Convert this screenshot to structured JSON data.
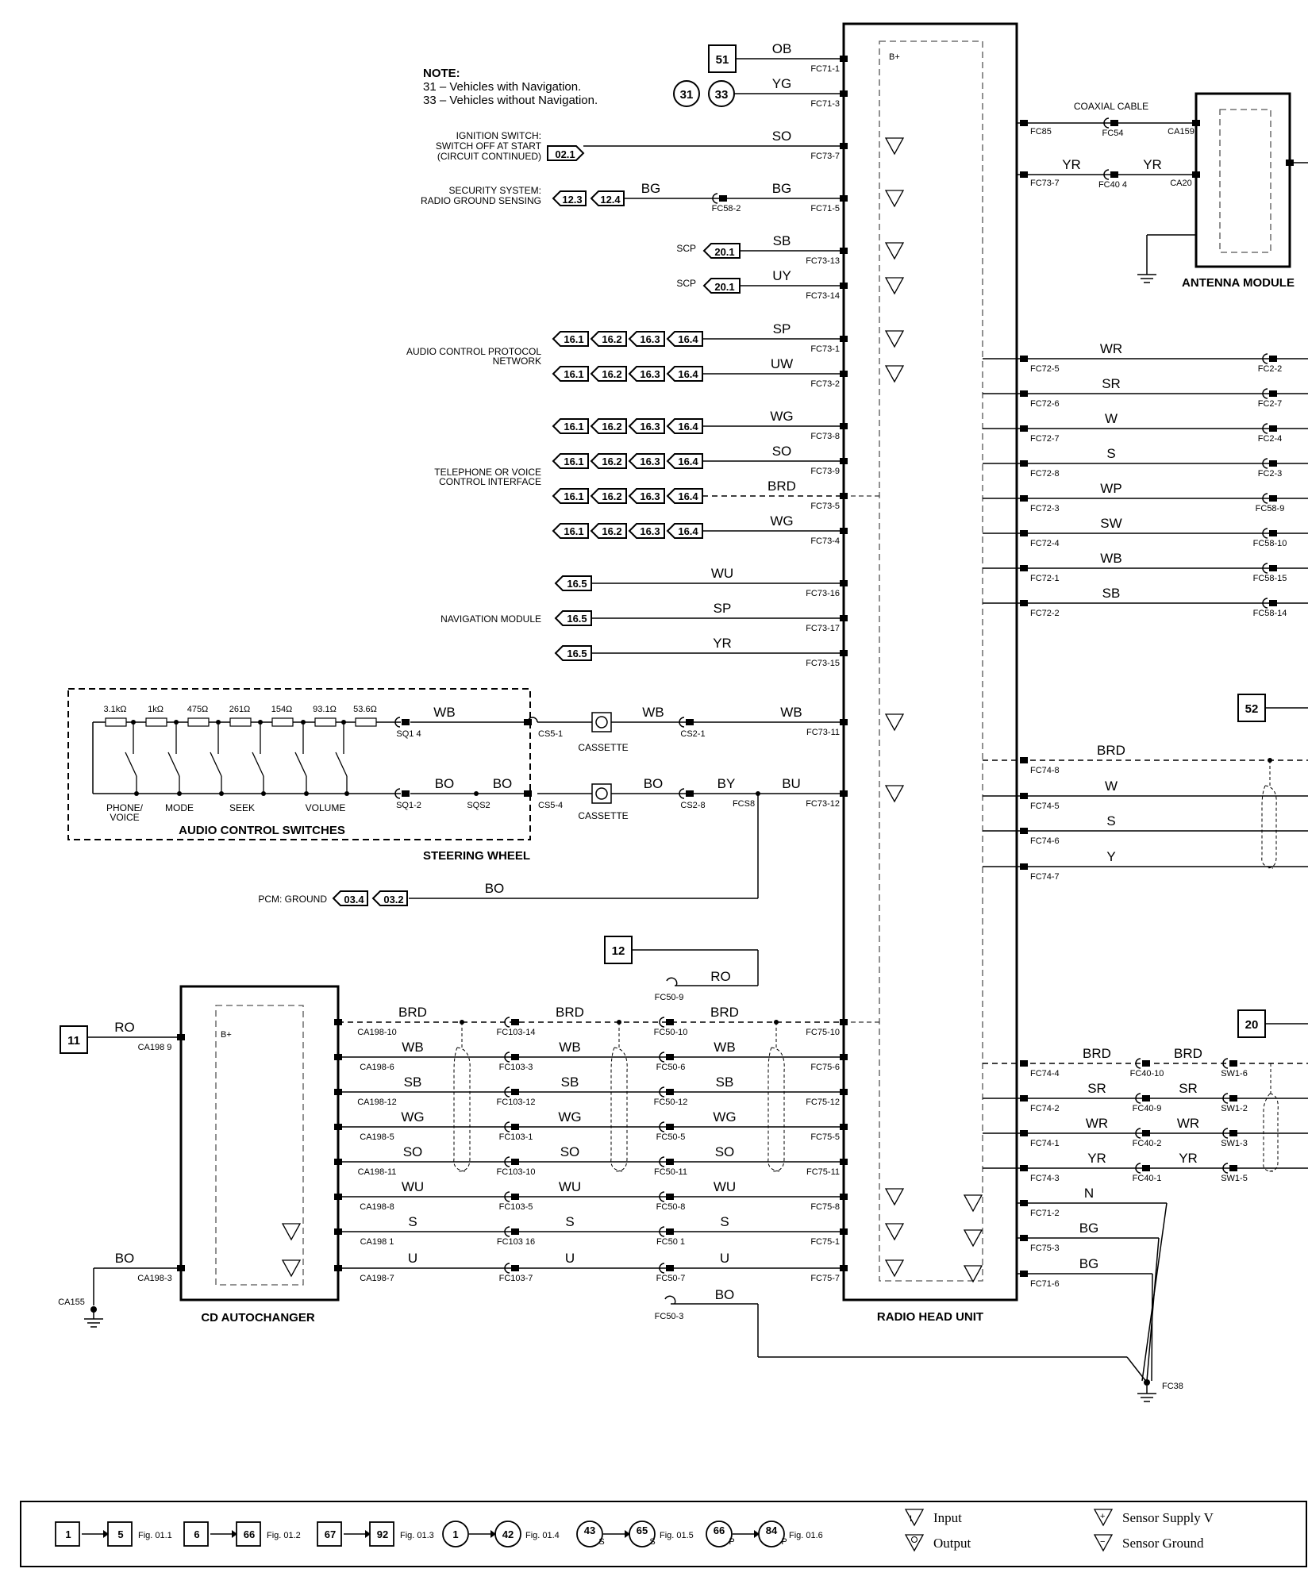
{
  "note": {
    "title": "NOTE:",
    "lines": [
      "31 – Vehicles with Navigation.",
      "33 – Vehicles without Navigation."
    ]
  },
  "titles": {
    "radio": "RADIO HEAD UNIT",
    "antenna": "ANTENNA MODULE",
    "cd": "CD AUTOCHANGER",
    "audio_switches": "AUDIO CONTROL SWITCHES",
    "steering": "STEERING WHEEL"
  },
  "labels": {
    "ignition_1": "IGNITION SWITCH:",
    "ignition_2": "SWITCH OFF AT START",
    "ignition_3": "(CIRCUIT CONTINUED)",
    "security_1": "SECURITY SYSTEM:",
    "security_2": "RADIO GROUND SENSING",
    "acp_1": "AUDIO CONTROL PROTOCOL",
    "acp_2": "NETWORK",
    "tel_1": "TELEPHONE OR VOICE",
    "tel_2": "CONTROL INTERFACE",
    "nav": "NAVIGATION MODULE",
    "pcm": "PCM: GROUND",
    "scp": "SCP",
    "coax": "COAXIAL CABLE",
    "cassette": "CASSETTE",
    "bplus": "B+",
    "sw_phone": "PHONE/",
    "sw_voice": "VOICE",
    "sw_mode": "MODE",
    "sw_seek": "SEEK",
    "sw_volume": "VOLUME"
  },
  "resistors": [
    "3.1kΩ",
    "1kΩ",
    "475Ω",
    "261Ω",
    "154Ω",
    "93.1Ω",
    "53.6Ω"
  ],
  "left_wires": [
    {
      "code": "OB",
      "pin": "FC71-1"
    },
    {
      "code": "YG",
      "pin": "FC71-3"
    },
    {
      "code": "SO",
      "pin": "FC73-7"
    },
    {
      "code": "BG",
      "pin": "FC71-5"
    },
    {
      "code": "SB",
      "pin": "FC73-13"
    },
    {
      "code": "UY",
      "pin": "FC73-14"
    },
    {
      "code": "SP",
      "pin": "FC73-1"
    },
    {
      "code": "UW",
      "pin": "FC73-2"
    },
    {
      "code": "WG",
      "pin": "FC73-8"
    },
    {
      "code": "SO",
      "pin": "FC73-9"
    },
    {
      "code": "BRD",
      "pin": "FC73-5"
    },
    {
      "code": "WG",
      "pin": "FC73-4"
    },
    {
      "code": "WU",
      "pin": "FC73-16"
    },
    {
      "code": "SP",
      "pin": "FC73-17"
    },
    {
      "code": "YR",
      "pin": "FC73-15"
    },
    {
      "code": "WB",
      "pin": "FC73-11"
    },
    {
      "code": "BU",
      "pin": "FC73-12"
    }
  ],
  "right_wires": [
    {
      "code": "WR",
      "pin": "FC72-5",
      "far": "FC2-2"
    },
    {
      "code": "SR",
      "pin": "FC72-6",
      "far": "FC2-7"
    },
    {
      "code": "W",
      "pin": "FC72-7",
      "far": "FC2-4"
    },
    {
      "code": "S",
      "pin": "FC72-8",
      "far": "FC2-3"
    },
    {
      "code": "WP",
      "pin": "FC72-3",
      "far": "FC58-9"
    },
    {
      "code": "SW",
      "pin": "FC72-4",
      "far": "FC58-10"
    },
    {
      "code": "WB",
      "pin": "FC72-1",
      "far": "FC58-15"
    },
    {
      "code": "SB",
      "pin": "FC72-2",
      "far": "FC58-14"
    }
  ],
  "right_wires_2": [
    {
      "code": "BRD",
      "pin": "FC74-8"
    },
    {
      "code": "W",
      "pin": "FC74-5"
    },
    {
      "code": "S",
      "pin": "FC74-6"
    },
    {
      "code": "Y",
      "pin": "FC74-7"
    }
  ],
  "right_wires_3": [
    {
      "code": "BRD",
      "pin": "FC74-4",
      "mid": "FC40-10",
      "far": "SW1-6"
    },
    {
      "code": "SR",
      "pin": "FC74-2",
      "mid": "FC40-9",
      "far": "SW1-2"
    },
    {
      "code": "WR",
      "pin": "FC74-1",
      "mid": "FC40-2",
      "far": "SW1-3"
    },
    {
      "code": "YR",
      "pin": "FC74-3",
      "mid": "FC40-1",
      "far": "SW1-5"
    }
  ],
  "ground_wires": [
    {
      "code": "N",
      "pin": "FC71-2"
    },
    {
      "code": "BG",
      "pin": "FC75-3"
    },
    {
      "code": "BG",
      "pin": "FC71-6"
    }
  ],
  "antenna": {
    "fc85": "FC85",
    "fc54": "FC54",
    "ca159": "CA159",
    "fc737": "FC73-7",
    "fc404": "FC40 4",
    "ca20": "CA20",
    "code": "YR"
  },
  "cd_bus": [
    {
      "code": "BRD",
      "ca": "CA198-10",
      "fc103": "FC103-14",
      "fc50": "FC50-10",
      "fc75": "FC75-10"
    },
    {
      "code": "WB",
      "ca": "CA198-6",
      "fc103": "FC103-3",
      "fc50": "FC50-6",
      "fc75": "FC75-6"
    },
    {
      "code": "SB",
      "ca": "CA198-12",
      "fc103": "FC103-12",
      "fc50": "FC50-12",
      "fc75": "FC75-12"
    },
    {
      "code": "WG",
      "ca": "CA198-5",
      "fc103": "FC103-1",
      "fc50": "FC50-5",
      "fc75": "FC75-5"
    },
    {
      "code": "SO",
      "ca": "CA198-11",
      "fc103": "FC103-10",
      "fc50": "FC50-11",
      "fc75": "FC75-11"
    },
    {
      "code": "WU",
      "ca": "CA198-8",
      "fc103": "FC103-5",
      "fc50": "FC50-8",
      "fc75": "FC75-8"
    },
    {
      "code": "S",
      "ca": "CA198 1",
      "fc103": "FC103 16",
      "fc50": "FC50 1",
      "fc75": "FC75-1"
    },
    {
      "code": "U",
      "ca": "CA198-7",
      "fc103": "FC103-7",
      "fc50": "FC50-7",
      "fc75": "FC75-7"
    }
  ],
  "misc": {
    "ro": "RO",
    "ca1989": "CA198 9",
    "bo": "BO",
    "ca1983": "CA198-3",
    "ca155": "CA155",
    "fc509": "FC50-9",
    "fc503": "FC50-3",
    "fc38": "FC38",
    "sq14": "SQ1 4",
    "sq12": "SQ1-2",
    "sqs2": "SQS2",
    "cs51": "CS5-1",
    "cs54": "CS5-4",
    "cs21": "CS2-1",
    "cs28": "CS2-8",
    "fcs8": "FCS8",
    "wb": "WB",
    "by": "BY",
    "fc582": "FC58-2",
    "bg": "BG"
  },
  "boxes": {
    "b51": "51",
    "b12": "12",
    "b11": "11",
    "b52": "52",
    "b20": "20"
  },
  "circles": {
    "c31": "31",
    "c33": "33"
  },
  "refs": {
    "r021": "02.1",
    "r123": "12.3",
    "r124": "12.4",
    "r201": "20.1",
    "r161": "16.1",
    "r162": "16.2",
    "r163": "16.3",
    "r164": "16.4",
    "r165": "16.5",
    "r034": "03.4",
    "r032": "03.2"
  },
  "legend": {
    "items": [
      {
        "a": "1",
        "b": "5",
        "fig": "Fig. 01.1"
      },
      {
        "a": "6",
        "b": "66",
        "fig": "Fig. 01.2"
      },
      {
        "a": "67",
        "b": "92",
        "fig": "Fig. 01.3"
      },
      {
        "a": "1",
        "b": "42",
        "fig": "Fig. 01.4"
      },
      {
        "a": "43",
        "b": "65",
        "fig": "Fig. 01.5"
      },
      {
        "a": "66",
        "b": "84",
        "fig": "Fig. 01.6"
      }
    ],
    "input": "Input",
    "output": "Output",
    "supply": "Sensor Supply V",
    "sgnd": "Sensor Ground",
    "sub_s": "S",
    "sub_p": "P"
  }
}
